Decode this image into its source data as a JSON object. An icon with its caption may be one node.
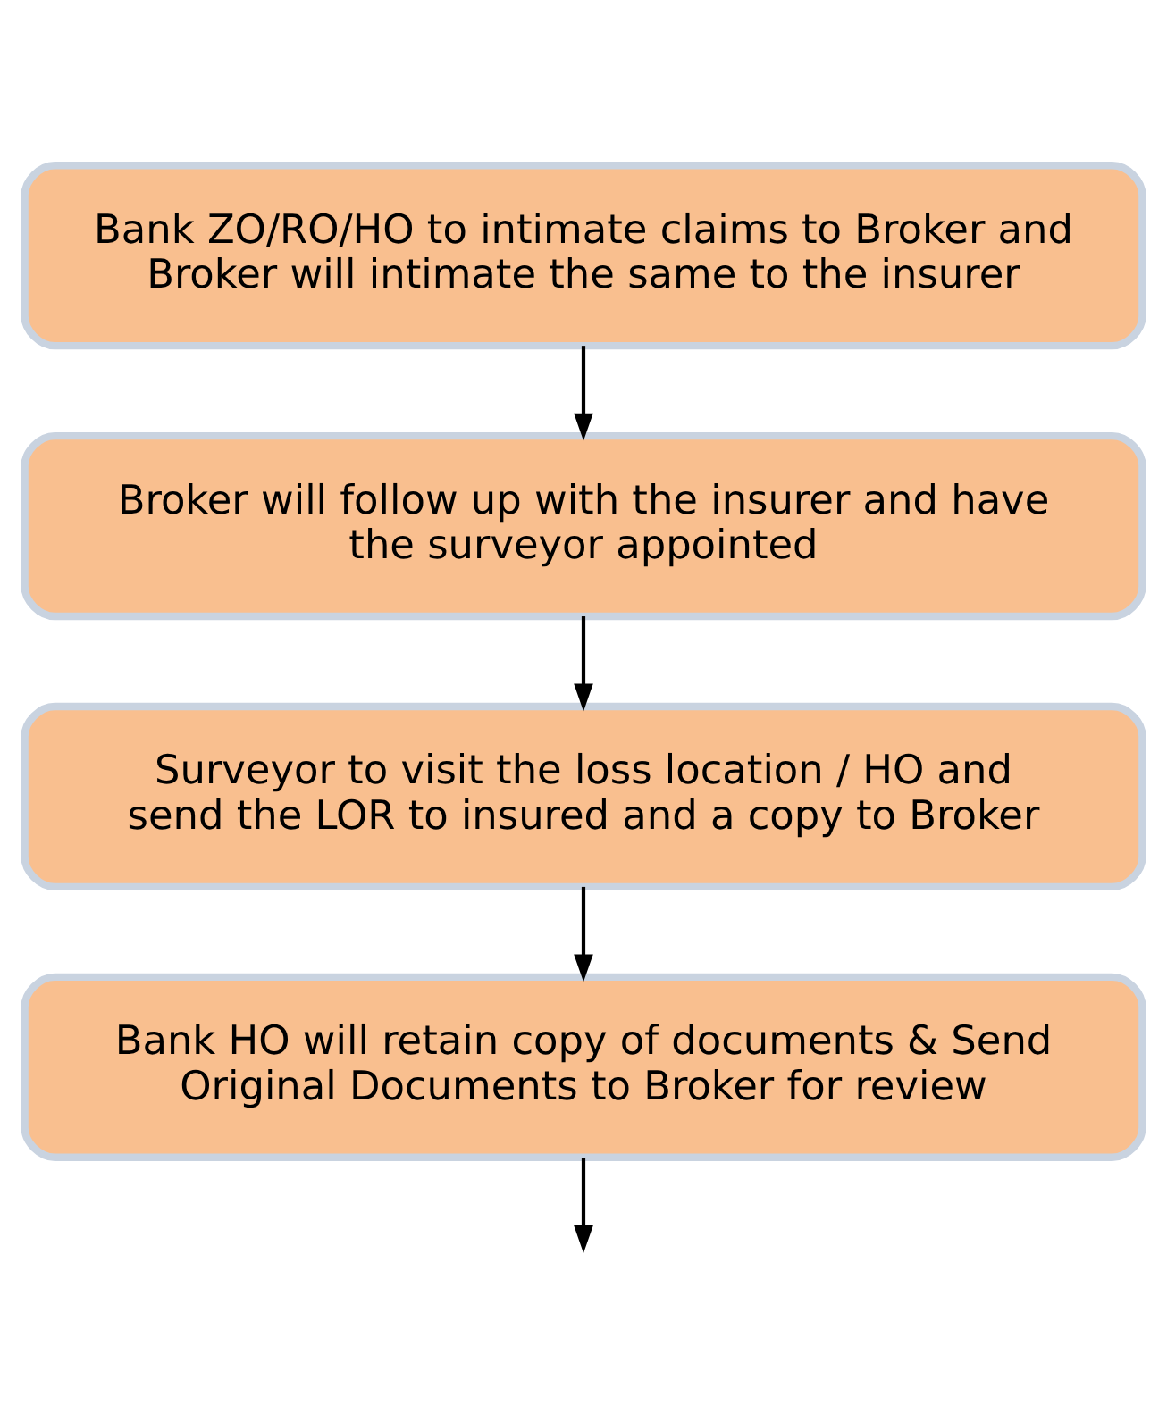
{
  "diagram": {
    "nodes": [
      {
        "text": [
          "Bank ZO/RO/HO to intimate claims to Broker and Broker will intimate the same to the insurer"
        ]
      },
      {
        "text": [
          "Broker will follow up with the insurer and have the surveyor appointed"
        ]
      },
      {
        "text": [
          "Surveyor to visit the loss location / HO and send the LOR to insured and a copy to Broker"
        ]
      },
      {
        "text": [
          "Bank HO will retain copy of documents & Send Original Documents to Broker for review"
        ]
      }
    ],
    "edges": [
      {
        "from": 0,
        "to": 1,
        "arrow": "to"
      },
      {
        "from": 1,
        "to": 2,
        "arrow": "to"
      },
      {
        "from": 2,
        "to": 3,
        "arrow": "to"
      },
      {
        "from": 3,
        "to": null,
        "arrow": "to"
      }
    ]
  }
}
